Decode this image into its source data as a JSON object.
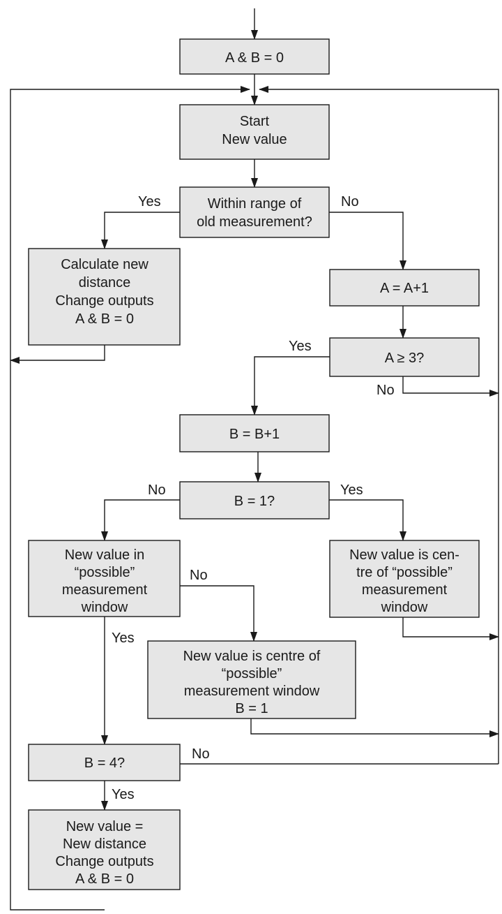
{
  "nodes": {
    "init": [
      "A & B = 0"
    ],
    "start": [
      "Start",
      "New value"
    ],
    "within": [
      "Within range of",
      "old measurement?"
    ],
    "calc": [
      "Calculate new",
      "distance",
      "Change outputs",
      "A & B = 0"
    ],
    "a_inc": [
      "A = A+1"
    ],
    "a_check": [
      "A ≥ 3?"
    ],
    "b_inc": [
      "B = B+1"
    ],
    "b1_check": [
      "B = 1?"
    ],
    "in_window": [
      "New value in",
      "“possible”",
      "measurement",
      "window"
    ],
    "centre_right": [
      "New value is cen-",
      "tre of “possible”",
      "measurement",
      "window"
    ],
    "centre_mid": [
      "New value is centre of",
      "“possible”",
      "measurement window",
      "B = 1"
    ],
    "b4_check": [
      "B = 4?"
    ],
    "final": [
      "New value =",
      "New distance",
      "Change outputs",
      "A & B = 0"
    ]
  },
  "edge_labels": {
    "within_yes": "Yes",
    "within_no": "No",
    "a_check_yes": "Yes",
    "a_check_no": "No",
    "b1_no": "No",
    "b1_yes": "Yes",
    "window_no": "No",
    "window_yes": "Yes",
    "b4_no": "No",
    "b4_yes": "Yes"
  }
}
